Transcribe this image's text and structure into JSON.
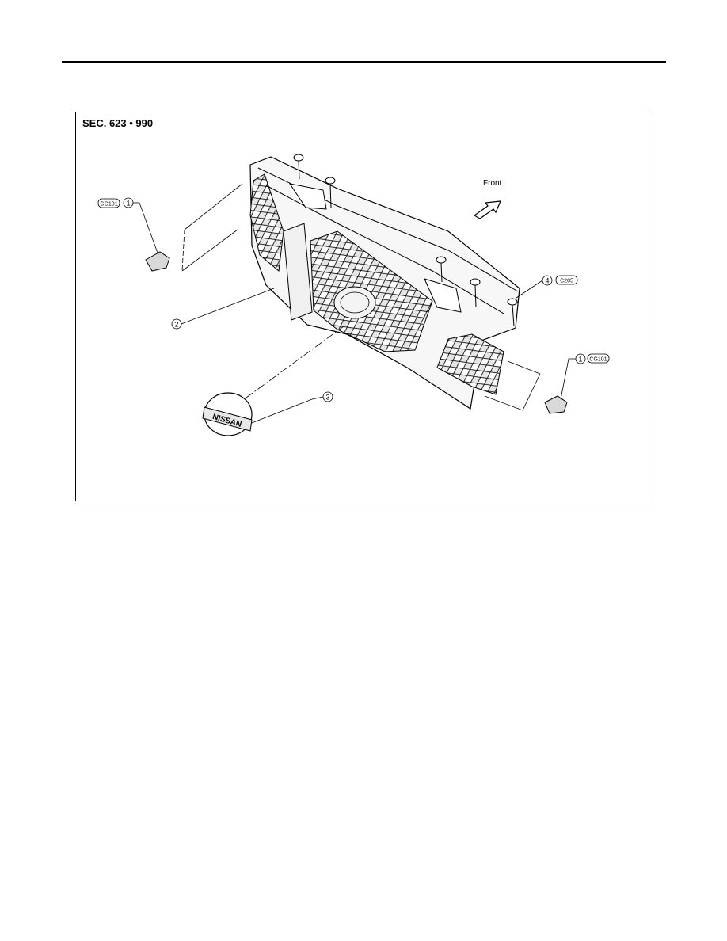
{
  "figure": {
    "section_label": "SEC. 623 • 990",
    "front_label": "Front",
    "callouts": {
      "clip_left_num": "1",
      "clip_left_code": "CG101",
      "grille_num": "2",
      "emblem_num": "3",
      "emblem_text": "NISSAN",
      "clip_right_num": "1",
      "clip_right_code": "CG101",
      "fastener_num": "4",
      "fastener_code": "C205"
    }
  }
}
